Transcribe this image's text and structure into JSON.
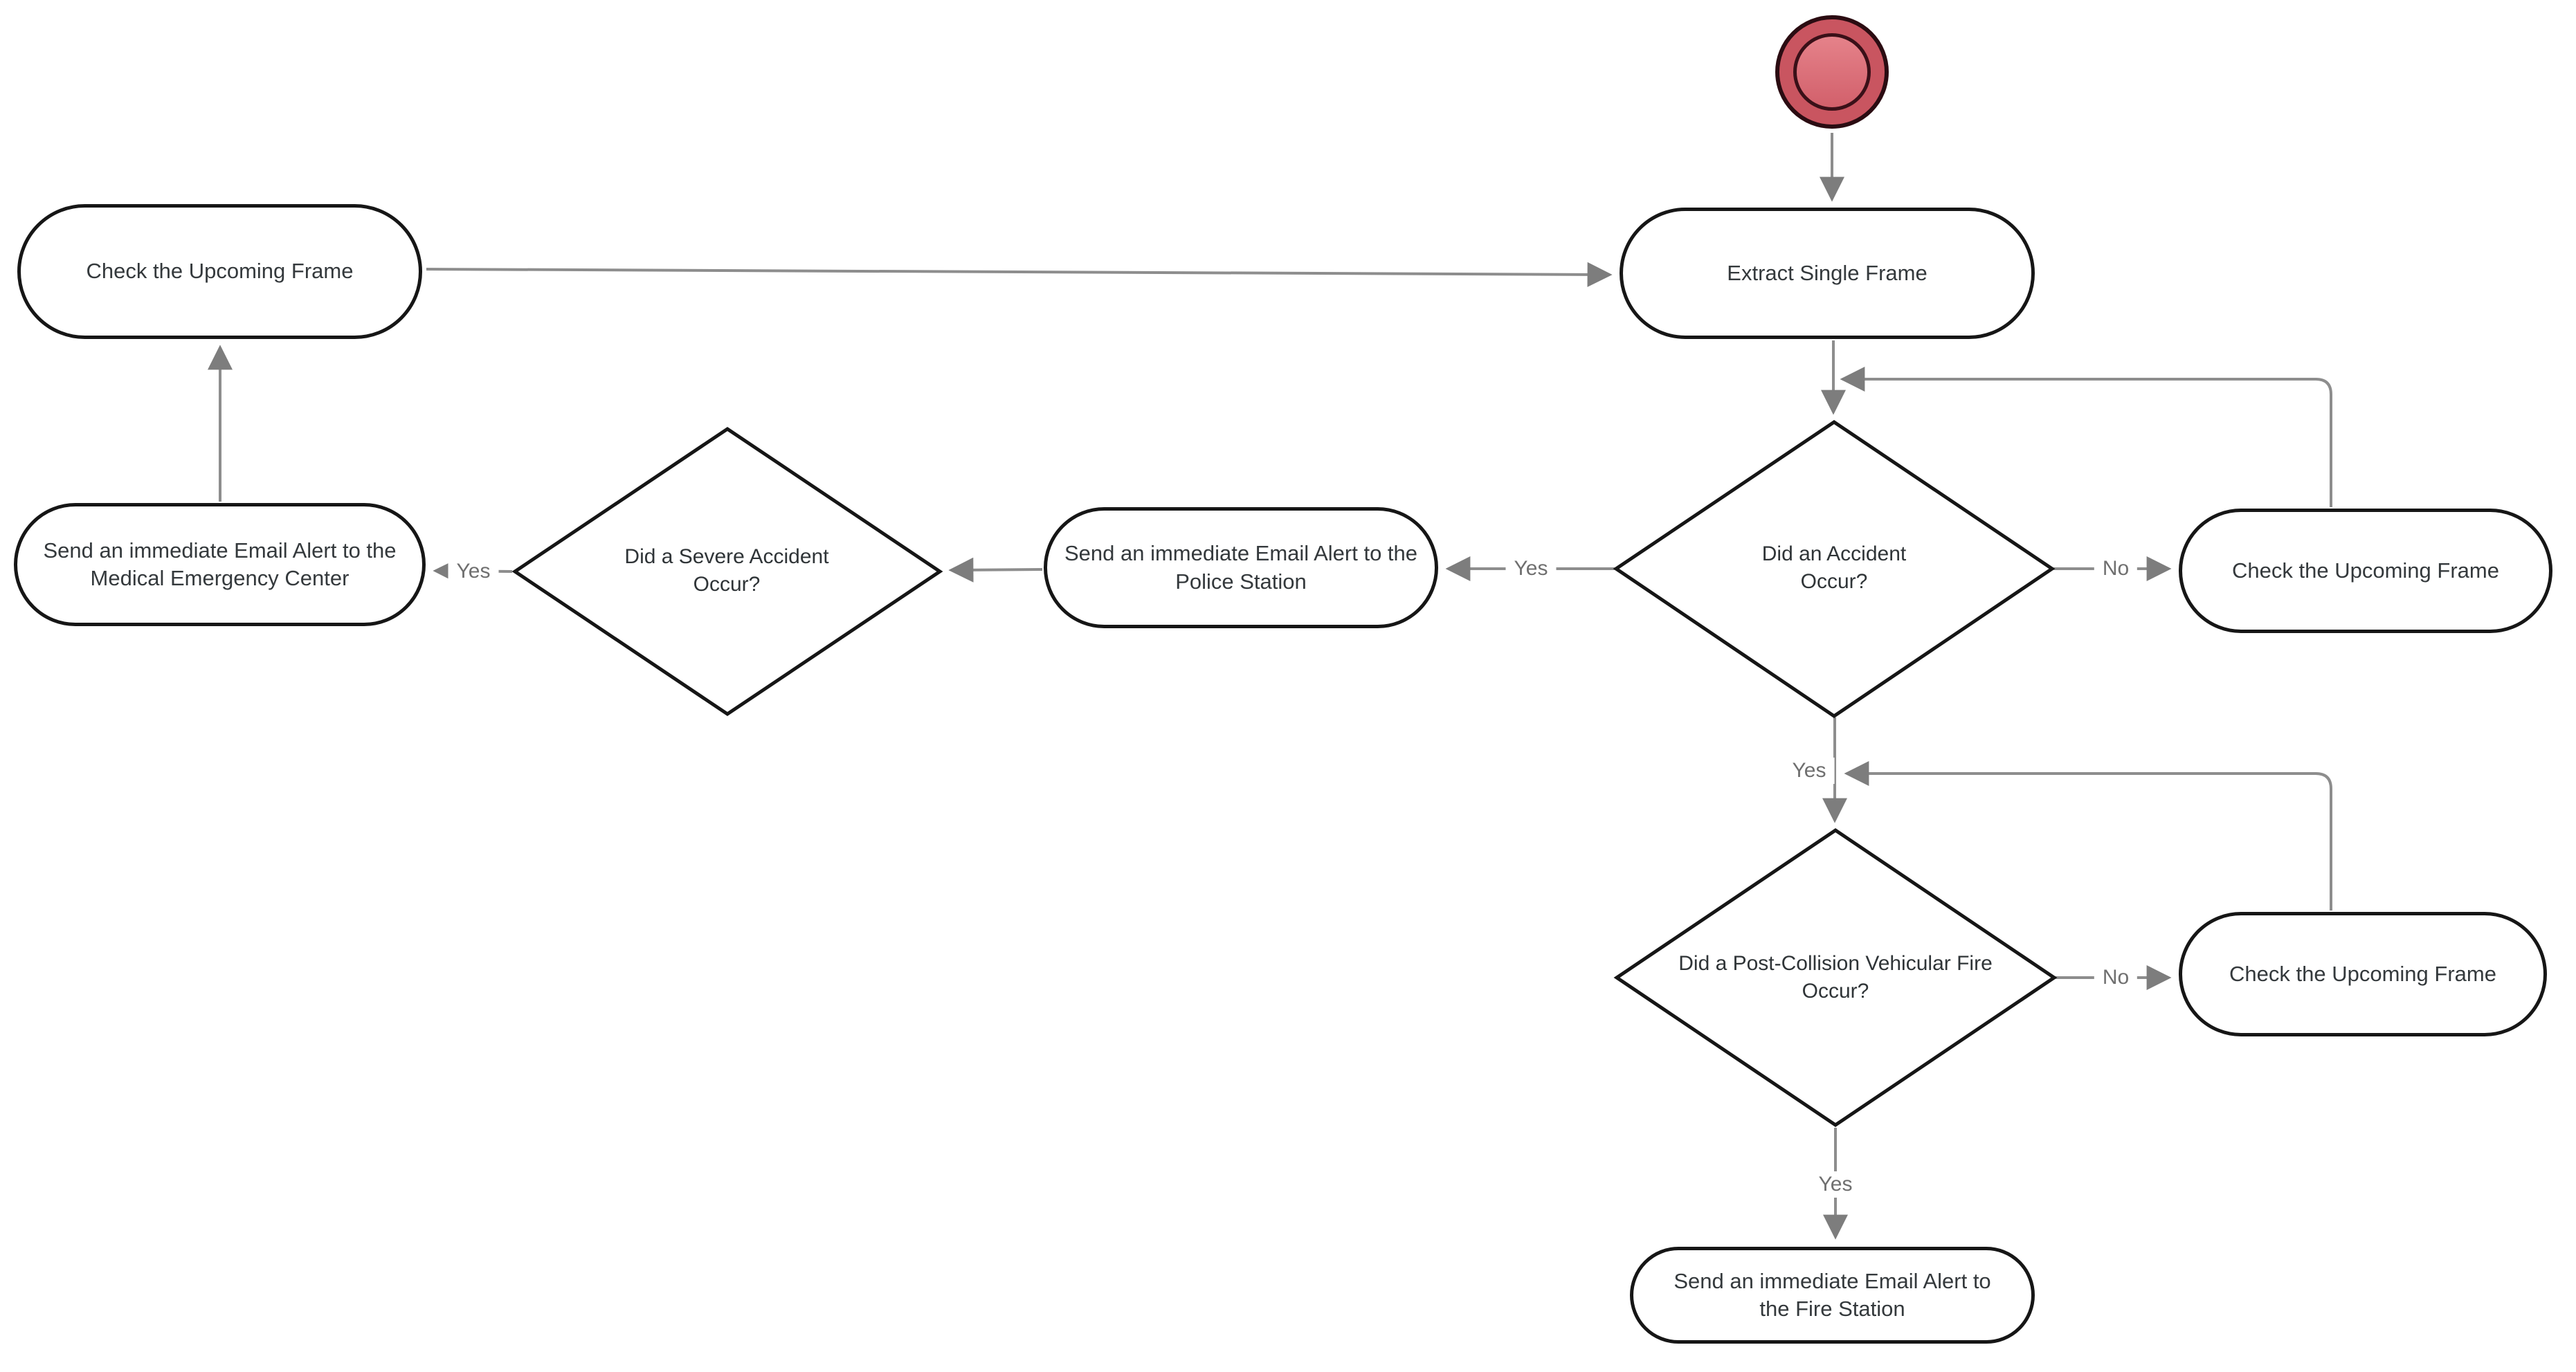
{
  "diagram": {
    "type": "activity-flowchart",
    "background": "#ffffff",
    "colors": {
      "edge": "#8d8d8d",
      "arrowhead": "#7d7d7d",
      "node_border": "#161616",
      "node_fill": "#ffffff",
      "node_text": "#34393c",
      "edge_label_text": "#6f6f6f",
      "start_outer_fill": "#c95560",
      "start_inner_fill": "#dd6e78",
      "start_ring_border": "#3a1018"
    },
    "nodes": {
      "start": {
        "kind": "start-state"
      },
      "extract": {
        "lines": [
          "Extract Single Frame"
        ]
      },
      "check_left": {
        "lines": [
          "Check the Upcoming Frame"
        ]
      },
      "medical": {
        "lines": [
          "Send an immediate Email Alert to the",
          "Medical Emergency Center"
        ]
      },
      "severe": {
        "lines": [
          "Did a Severe Accident",
          "Occur?"
        ]
      },
      "police": {
        "lines": [
          "Send an immediate Email Alert to the",
          "Police Station"
        ]
      },
      "accident": {
        "lines": [
          "Did an Accident",
          "Occur?"
        ]
      },
      "check_right_top": {
        "lines": [
          "Check the Upcoming Frame"
        ]
      },
      "post_collision": {
        "lines": [
          "Did a Post-Collision Vehicular Fire",
          "Occur?"
        ]
      },
      "check_right_bottom": {
        "lines": [
          "Check the Upcoming Frame"
        ]
      },
      "fire": {
        "lines": [
          "Send an immediate Email Alert to",
          "the Fire Station"
        ]
      }
    },
    "edge_labels": {
      "accident_no": "No",
      "accident_yes": "Yes",
      "severe_yes": "Yes",
      "accident_down_yes": "Yes",
      "fire_no": "No",
      "fire_yes": "Yes"
    }
  }
}
